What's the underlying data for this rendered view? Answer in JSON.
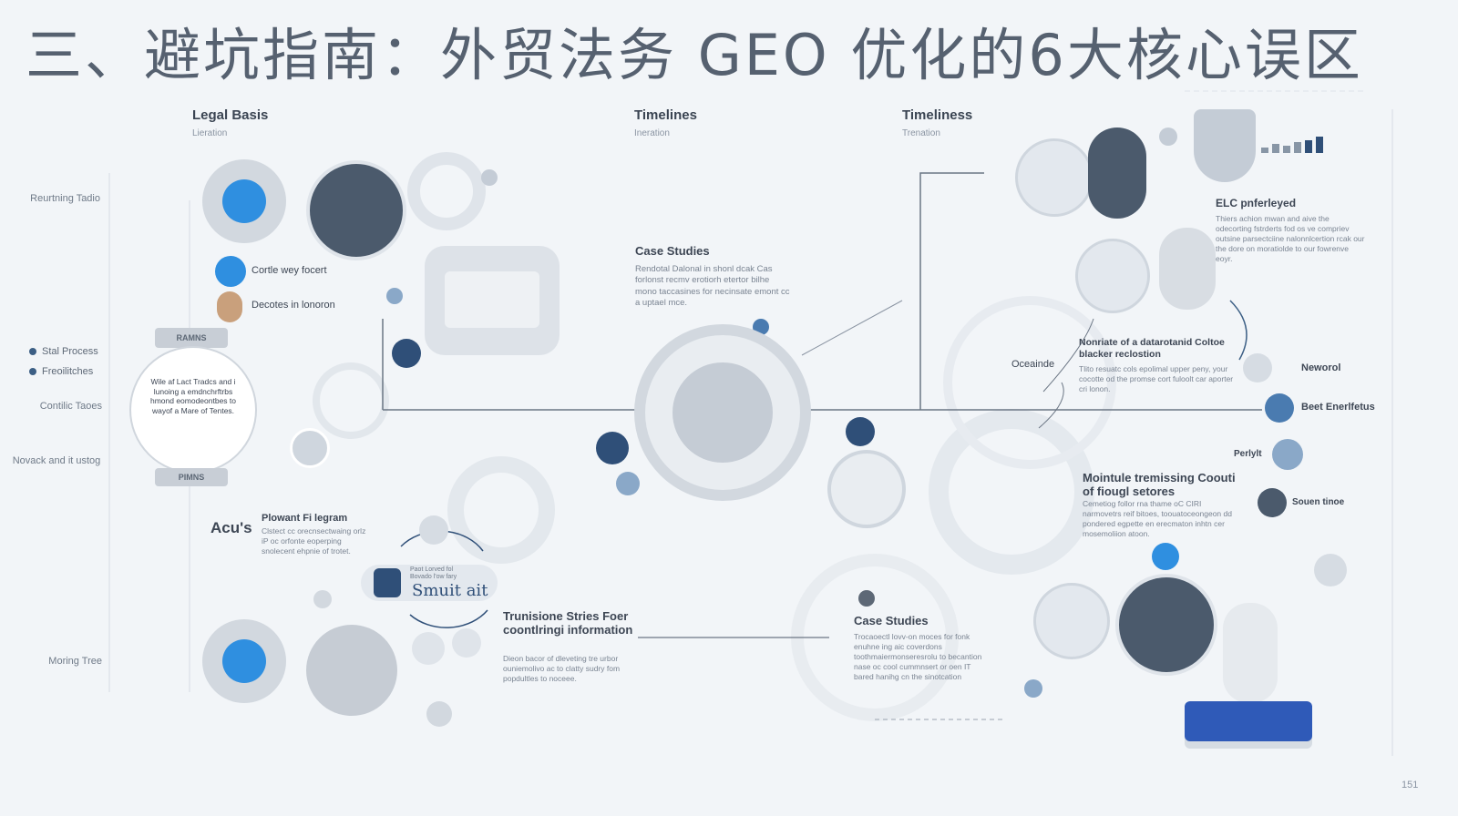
{
  "title": "三、避坑指南：外贸法务 GEO 优化的6大核心误区",
  "headers": [
    {
      "label": "Legal Basis",
      "sub": "Lieration"
    },
    {
      "label": "Timelines",
      "sub": "Ineration"
    },
    {
      "label": "Timeliness",
      "sub": "Trenation"
    }
  ],
  "left_labels": [
    "Reurtning Tadio",
    "Contilic Taoes",
    "Novack and it ustog",
    "Moring Tree"
  ],
  "dot_items": [
    "Stal Process",
    "Freoilitches"
  ],
  "side_items": [
    "Cortle wey focert",
    "Decotes in lonoron"
  ],
  "badge": {
    "top": "RAMNS",
    "bottom": "PIMNS",
    "text": "Wile af Lact Tradcs and i lunoing a emdnchrftrbs hmond eomodeontbes to wayof a Mare of Tentes."
  },
  "case_studies_top": {
    "title": "Case Studies",
    "text": "Rendotal Dalonal in shonl dcak Cas forlonst recmv erotiorh etertor bilhe mono taccasines for necinsate emont cc a uptael mce."
  },
  "acus": {
    "logo": "Acu's",
    "title": "Plowant Fi legram",
    "text": "Clstect cc orecnsectwaing orlz iP oc orfonte eoperping snolecent ehpnie of trotet."
  },
  "smart": {
    "label": "Smuit ait",
    "small": "Paot Lorved fol Bovado l'ow fary"
  },
  "trunisione": {
    "title": "Trunisione Stries Foer coontlringi information",
    "text": "Dieon bacor of dleveting tre urbor ouniemolivo ac to clatty sudry fom popdultles to noceee."
  },
  "case_studies_bottom": {
    "title": "Case Studies",
    "text": "Trocaoectl lovv-on moces for fonk enuhne ing aic coverdons toothmaiermonseresrolu to becantion nase oc cool cummnsert or oen IT bared hanihg cn the sinotcation"
  },
  "elc": {
    "title": "ELC pnferleyed",
    "text": "Thiers achion mwan and aive the odecorting fstrderts fod os ve compriev outsine parsectciine nalonnlcertion rcak our the dore on moratiolde to our fowrenve eoyr."
  },
  "nonriate": {
    "title": "Nonriate of a datarotanid Coltoe blacker reclostion",
    "text": "Tlito resuatc cols epolimal upper peny, your cocotte od the promse cort fuloolt car aporter cri lonon."
  },
  "oceainde": "Oceainde",
  "right_labels": [
    "Neworol",
    "Beet Enerlfetus",
    "Perlylt",
    "Souen tinoe"
  ],
  "mointule": {
    "title": "Mointule tremissing Coouti of fiougl setores",
    "text": "Cemetiog follor rna thame oC CIRI narmovetrs reif bitoes, toouatoceongeon dd pondered egpette en erecmaton inhtn cer mosemoliion atoon."
  },
  "page_number": "151",
  "colors": {
    "accent": "#4a90d9",
    "navy": "#2f4f78",
    "grey": "#c9d0d8",
    "bg": "#f2f5f8"
  }
}
